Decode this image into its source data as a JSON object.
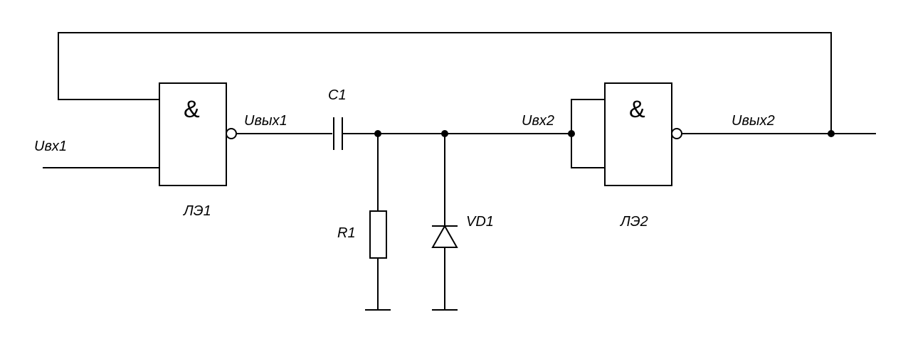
{
  "gates": [
    {
      "symbol": "&",
      "name": "ЛЭ1"
    },
    {
      "symbol": "&",
      "name": "ЛЭ2"
    }
  ],
  "signals": {
    "in1": "Uвх1",
    "out1": "Uвых1",
    "in2": "Uвх2",
    "out2": "Uвых2"
  },
  "components": {
    "capacitor": "C1",
    "resistor": "R1",
    "diode": "VD1"
  }
}
